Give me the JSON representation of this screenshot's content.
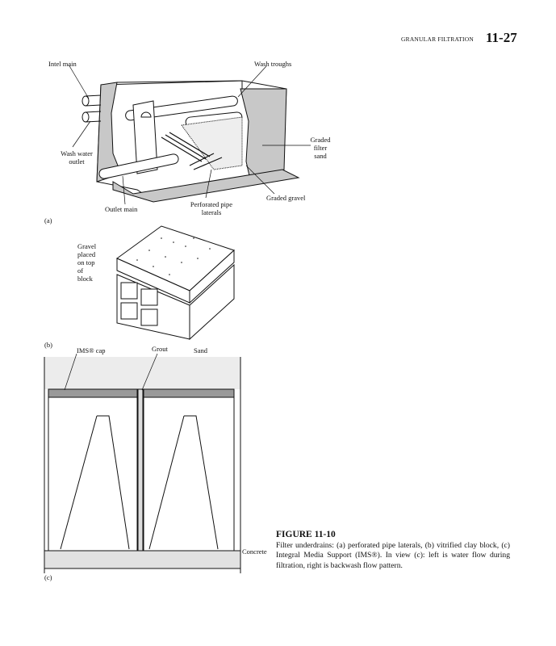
{
  "header": {
    "running_title": "GRANULAR FILTRATION",
    "page_number": "11-27"
  },
  "figure_a": {
    "panel_label": "(a)",
    "labels": {
      "inlet_main": "Intel main",
      "wash_troughs": "Wash troughs",
      "wash_water_outlet": "Wash water outlet",
      "graded_filter_sand": "Graded filter sand",
      "graded_gravel": "Graded gravel",
      "perforated_pipe_laterals": "Perforated pipe laterals",
      "outlet_main": "Outlet main"
    }
  },
  "figure_b": {
    "panel_label": "(b)",
    "labels": {
      "gravel": "Gravel placed on top of block"
    }
  },
  "figure_c": {
    "panel_label": "(c)",
    "labels": {
      "ims_cap": "IMS® cap",
      "grout": "Grout",
      "sand": "Sand",
      "concrete": "Concrete"
    }
  },
  "caption": {
    "title": "FIGURE 11-10",
    "text": "Filter underdrains: (a) perforated pipe laterals, (b) vitrified clay block, (c) Integral Media Support (IMS®). In view (c): left is water flow during filtration, right is backwash flow pattern."
  }
}
